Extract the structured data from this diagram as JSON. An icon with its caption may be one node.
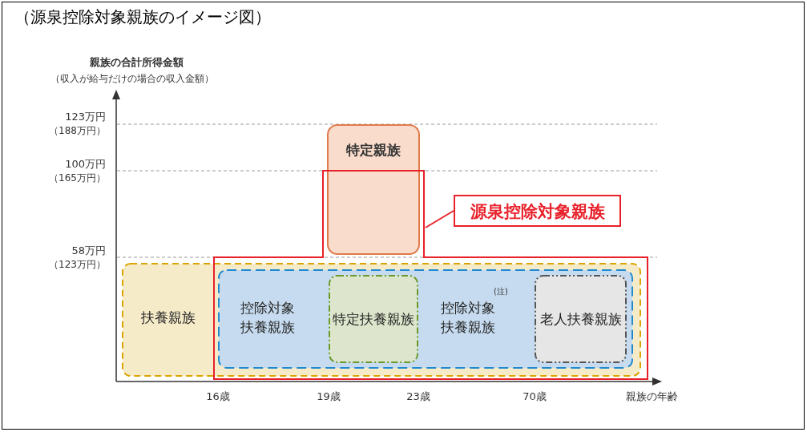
{
  "diagram": {
    "title": "（源泉控除対象親族のイメージ図）",
    "nodes": [
      {
        "text": [
          "扶養親族"
        ]
      },
      {
        "text": [
          "控除対象扶養親族",
          "控除対象扶養親族"
        ],
        "in": 0
      },
      {
        "text": [
          "特定扶養親族"
        ],
        "in": 1
      },
      {
        "text": [
          "老人扶養親族"
        ],
        "in": 1
      },
      {
        "text": [
          "特定親族"
        ]
      },
      {
        "text": [],
        "shape": "box"
      },
      {
        "text": [
          "源泉控除対象親族"
        ]
      }
    ],
    "edges": [
      {
        "from": 6,
        "to": 5,
        "arrow": "none",
        "color": "#e8202a"
      }
    ],
    "labels": [
      "親族の合計所得金額",
      "（収入が給与だけの場合の収入金額）",
      "123万円",
      "（188万円）",
      "100万円",
      "（165万円）",
      "58万円",
      "（123万円）",
      "(注)",
      "16歳",
      "19歳",
      "23歳",
      "70歳",
      "親族の年齢"
    ]
  }
}
